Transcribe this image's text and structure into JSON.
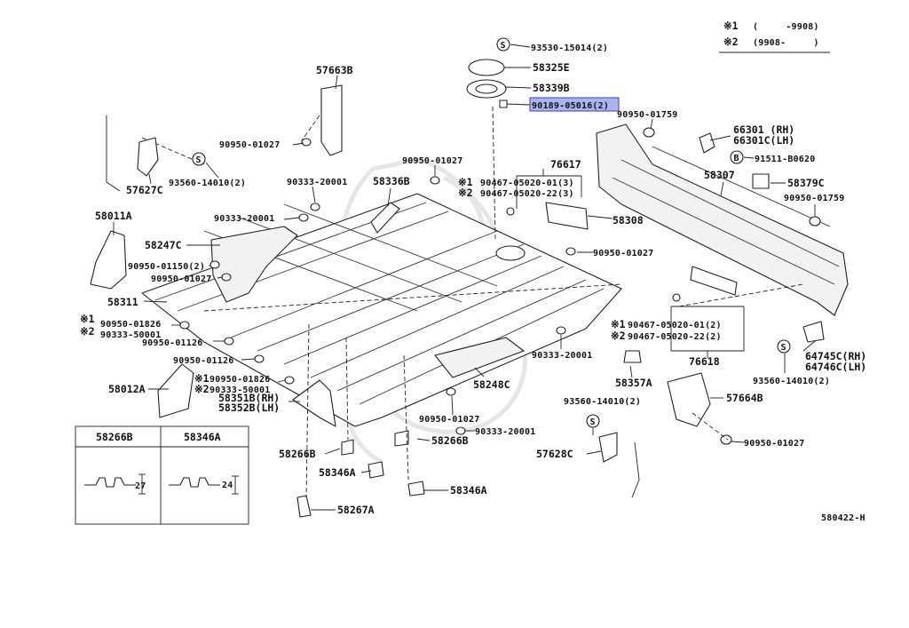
{
  "notes": {
    "note1": {
      "mark": "※1",
      "text": "(     -9908)"
    },
    "note2": {
      "mark": "※2",
      "text": "(9908-     )"
    }
  },
  "diagram_code": "580422-H",
  "parts": {
    "p93530": "93530-15014(2)",
    "p58325E": "58325E",
    "p58339B": "58339B",
    "p90189": "90189-05016(2)",
    "p57663B": "57663B",
    "p90950_01759a": "90950-01759",
    "p66301": "66301  (RH)",
    "p66301C": "66301C(LH)",
    "p91511": "91511-B0620",
    "p90950_01027a": "90950-01027",
    "p57627C": "57627C",
    "p93560a": "93560-14010(2)",
    "p90950_01027b": "90950-01027",
    "p76617": "76617",
    "p58307": "58307",
    "p58379C": "58379C",
    "p90333_20001a": "90333-20001",
    "p58336B": "58336B",
    "p90467_01_3": "90467-05020-01(3)",
    "p90467_22_3": "90467-05020-22(3)",
    "p90950_01759b": "90950-01759",
    "p58011A": "58011A",
    "p90333_20001b": "90333-20001",
    "p58308": "58308",
    "p58247C": "58247C",
    "p90950_01027c": "90950-01027",
    "p90950_01150": "90950-01150(2)",
    "p90950_01027d": "90950-01027",
    "p58311": "58311",
    "p90950_01826a": "90950-01826",
    "p90333_50001a": "90333-50001",
    "p90950_01126a": "90950-01126",
    "p90467_01_2": "90467-05020-01(2)",
    "p90467_22_2": "90467-05020-22(2)",
    "p90950_01126b": "90950-01126",
    "p90333_20001c": "90333-20001",
    "p76618": "76618",
    "p93560b": "93560-14010(2)",
    "p64745C": "64745C(RH)",
    "p64746C": "64746C(LH)",
    "p58012A": "58012A",
    "p90950_01826b": "90950-01826",
    "p90333_50001b": "90333-50001",
    "p58248C": "58248C",
    "p58357A": "58357A",
    "p57664B": "57664B",
    "p58351B": "58351B(RH)",
    "p58352B": "58352B(LH)",
    "p93560c": "93560-14010(2)",
    "p90950_01027e": "90950-01027",
    "p90333_20001d": "90333-20001",
    "p90950_01027f": "90950-01027",
    "p58266B_a": "58266B",
    "p58266B_b": "58266B",
    "p57628C": "57628C",
    "p58346A_a": "58346A",
    "p58346A_b": "58346A",
    "p58267A": "58267A"
  },
  "note_marks": {
    "m1": "※1",
    "m2": "※2",
    "m3": "※1",
    "m4": "※2",
    "m5": "※1",
    "m6": "※2",
    "m7": "※1",
    "m8": "※2"
  },
  "inset": {
    "header_left": "58266B",
    "header_right": "58346A",
    "dim_left": "27",
    "dim_right": "24"
  },
  "symbols": {
    "s": "S",
    "b": "B"
  },
  "highlight_color": "#aab4f0"
}
